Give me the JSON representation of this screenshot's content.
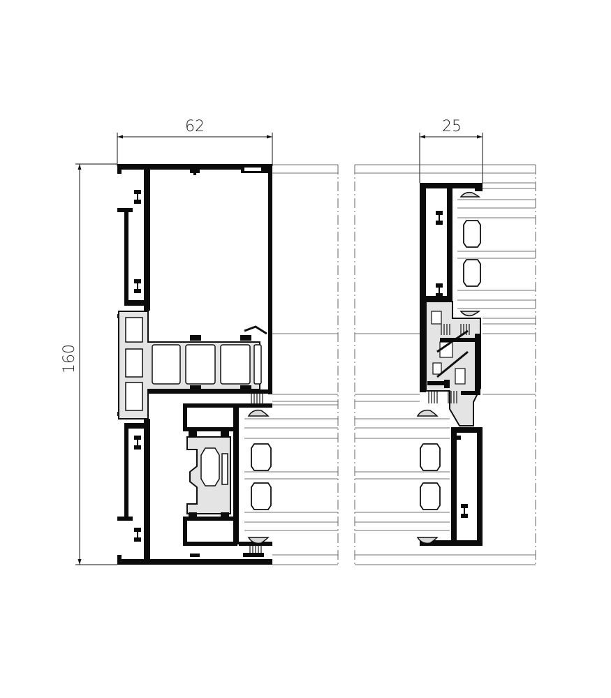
{
  "drawing": {
    "dimensions": {
      "width_left": "62",
      "width_right": "25",
      "height_left": "160"
    },
    "colors": {
      "profile": "#0b0b0b",
      "thermal_break": "#e4e4e4",
      "background": "#ffffff"
    }
  }
}
